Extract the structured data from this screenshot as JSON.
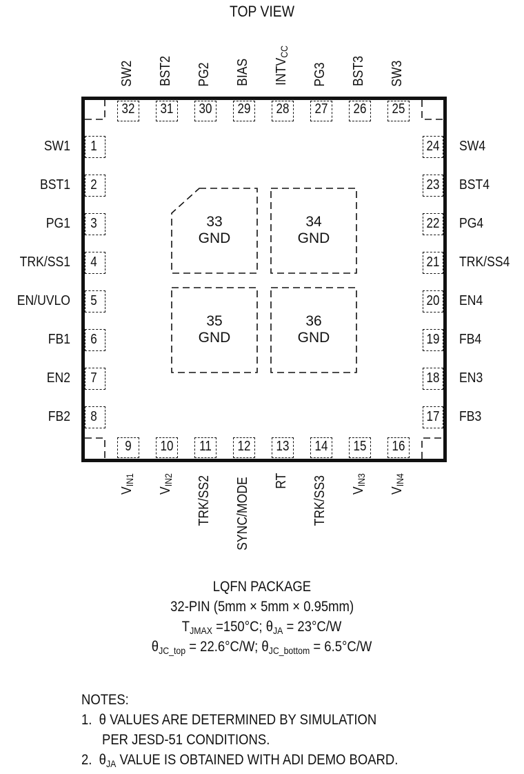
{
  "title": "TOP VIEW",
  "package": {
    "top_pins": [
      {
        "num": "32",
        "name": "SW2"
      },
      {
        "num": "31",
        "name": "BST2"
      },
      {
        "num": "30",
        "name": "PG2"
      },
      {
        "num": "29",
        "name": "BIAS"
      },
      {
        "num": "28",
        "name": "INTV",
        "sub": "CC"
      },
      {
        "num": "27",
        "name": "PG3"
      },
      {
        "num": "26",
        "name": "BST3"
      },
      {
        "num": "25",
        "name": "SW3"
      }
    ],
    "left_pins": [
      {
        "num": "1",
        "name": "SW1"
      },
      {
        "num": "2",
        "name": "BST1"
      },
      {
        "num": "3",
        "name": "PG1"
      },
      {
        "num": "4",
        "name": "TRK/SS1"
      },
      {
        "num": "5",
        "name": "EN/UVLO"
      },
      {
        "num": "6",
        "name": "FB1"
      },
      {
        "num": "7",
        "name": "EN2"
      },
      {
        "num": "8",
        "name": "FB2"
      }
    ],
    "right_pins": [
      {
        "num": "24",
        "name": "SW4"
      },
      {
        "num": "23",
        "name": "BST4"
      },
      {
        "num": "22",
        "name": "PG4"
      },
      {
        "num": "21",
        "name": "TRK/SS4"
      },
      {
        "num": "20",
        "name": "EN4"
      },
      {
        "num": "19",
        "name": "FB4"
      },
      {
        "num": "18",
        "name": "EN3"
      },
      {
        "num": "17",
        "name": "FB3"
      }
    ],
    "bottom_pins": [
      {
        "num": "9",
        "name": "V",
        "sub": "IN1"
      },
      {
        "num": "10",
        "name": "V",
        "sub": "IN2"
      },
      {
        "num": "11",
        "name": "TRK/SS2"
      },
      {
        "num": "12",
        "name": "SYNC/MODE"
      },
      {
        "num": "13",
        "name": "RT"
      },
      {
        "num": "14",
        "name": "TRK/SS3"
      },
      {
        "num": "15",
        "name": "V",
        "sub": "IN3"
      },
      {
        "num": "16",
        "name": "V",
        "sub": "IN4"
      }
    ],
    "exposed_pads": [
      {
        "num": "33",
        "name": "GND"
      },
      {
        "num": "34",
        "name": "GND"
      },
      {
        "num": "35",
        "name": "GND"
      },
      {
        "num": "36",
        "name": "GND"
      }
    ]
  },
  "footer": {
    "line1": "LQFN PACKAGE",
    "line2": "32-PIN (5mm × 5mm × 0.95mm)",
    "line3": {
      "t": "T",
      "t_sub": "JMAX",
      "t_val": " =150°C; θ",
      "ja_sub": "JA",
      "ja_val": " = 23°C/W"
    },
    "line4": {
      "a": "θ",
      "a_sub": "JC_top",
      "a_val": " = 22.6°C/W; θ",
      "b_sub": "JC_bottom",
      "b_val": " = 6.5°C/W"
    }
  },
  "notes": {
    "heading": "NOTES:",
    "n1_line1": "1.  θ VALUES ARE DETERMINED BY SIMULATION",
    "n1_line2": "PER JESD-51 CONDITIONS.",
    "n2_pre": "2.  θ",
    "n2_sub": "JA",
    "n2_post": " VALUE IS OBTAINED WITH ADI DEMO BOARD."
  }
}
